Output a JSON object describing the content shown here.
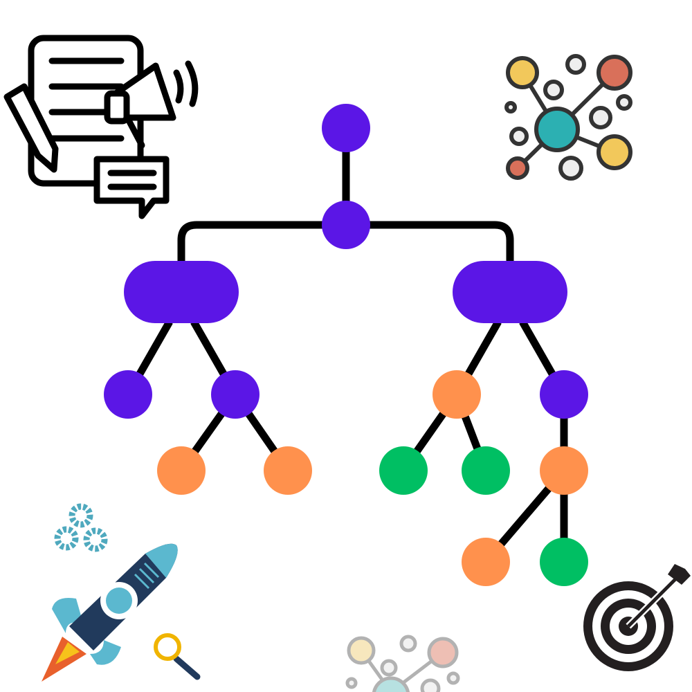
{
  "colors": {
    "background": "#ffffff",
    "line": "#000000",
    "purple": "#5b16e6",
    "orange": "#ff914d",
    "green": "#00bf63"
  },
  "tree": {
    "nodes": [
      {
        "id": "root",
        "shape": "circle",
        "color": "purple"
      },
      {
        "id": "hub",
        "shape": "circle",
        "color": "purple"
      },
      {
        "id": "left-branch",
        "shape": "pill",
        "color": "purple"
      },
      {
        "id": "right-branch",
        "shape": "pill",
        "color": "purple"
      },
      {
        "id": "l1",
        "shape": "circle",
        "color": "purple"
      },
      {
        "id": "l2",
        "shape": "circle",
        "color": "purple"
      },
      {
        "id": "l2a",
        "shape": "circle",
        "color": "orange"
      },
      {
        "id": "l2b",
        "shape": "circle",
        "color": "orange"
      },
      {
        "id": "r1",
        "shape": "circle",
        "color": "orange"
      },
      {
        "id": "r2",
        "shape": "circle",
        "color": "purple"
      },
      {
        "id": "r1a",
        "shape": "circle",
        "color": "green"
      },
      {
        "id": "r1b",
        "shape": "circle",
        "color": "green"
      },
      {
        "id": "r2a",
        "shape": "circle",
        "color": "orange"
      },
      {
        "id": "r2a1",
        "shape": "circle",
        "color": "orange"
      },
      {
        "id": "r2a2",
        "shape": "circle",
        "color": "green"
      }
    ],
    "edges": [
      [
        "root",
        "hub"
      ],
      [
        "hub",
        "left-branch"
      ],
      [
        "hub",
        "right-branch"
      ],
      [
        "left-branch",
        "l1"
      ],
      [
        "left-branch",
        "l2"
      ],
      [
        "l2",
        "l2a"
      ],
      [
        "l2",
        "l2b"
      ],
      [
        "right-branch",
        "r1"
      ],
      [
        "right-branch",
        "r2"
      ],
      [
        "r1",
        "r1a"
      ],
      [
        "r1",
        "r1b"
      ],
      [
        "r2",
        "r2a"
      ],
      [
        "r2a",
        "r2a1"
      ],
      [
        "r2a",
        "r2a2"
      ]
    ]
  },
  "decorations": [
    "document-megaphone-icon",
    "network-icon",
    "gears-icon",
    "rocket-icon",
    "magnifier-icon",
    "faded-network-icon",
    "target-icon"
  ]
}
